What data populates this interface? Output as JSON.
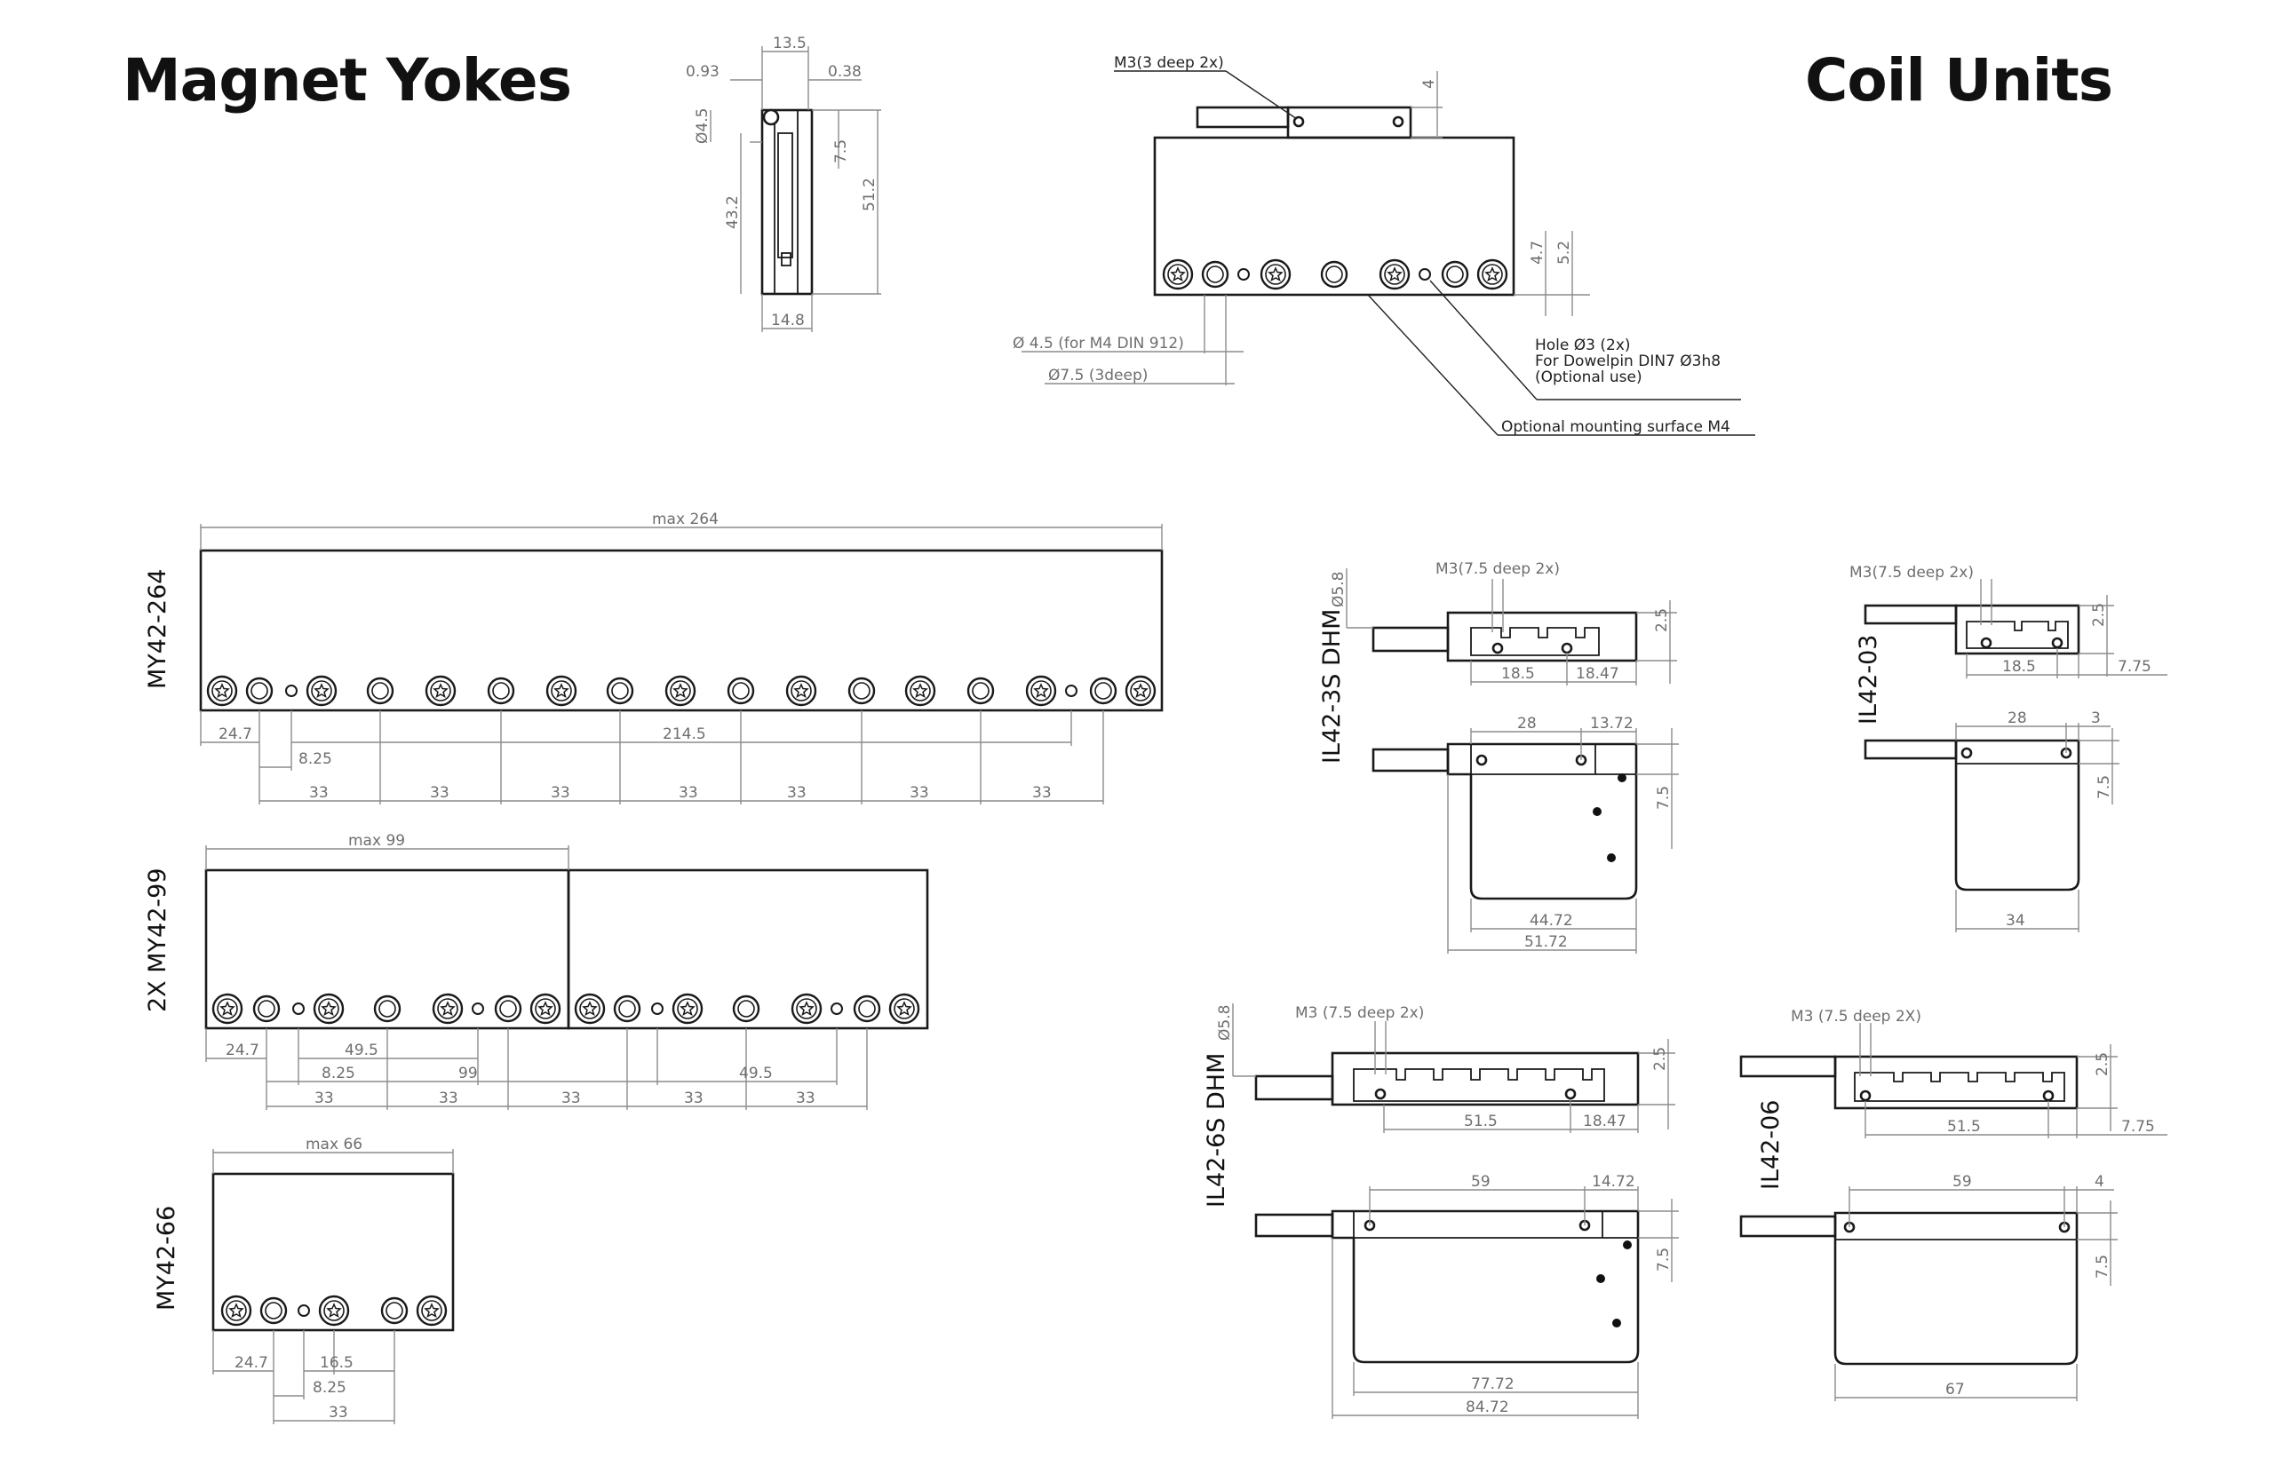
{
  "titles": {
    "left": "Magnet Yokes",
    "right": "Coil Units"
  },
  "top_side": {
    "d13_5": "13.5",
    "d0_93": "0.93",
    "d0_38": "0.38",
    "d4_5": "Ø4.5",
    "d7_5": "7.5",
    "d43_2": "43.2",
    "d51_2": "51.2",
    "d14_8": "14.8"
  },
  "top_front": {
    "m3": "M3(3 deep 2x)",
    "d4": "4",
    "d4_7": "4.7",
    "d5_2": "5.2",
    "hole": "Ø 4.5 (for M4 DIN 912)",
    "cbore": "Ø7.5 (3deep)",
    "note1": "Hole Ø3 (2x)",
    "note2": "For Dowelpin DIN7 Ø3h8",
    "note3": "(Optional use)",
    "mount": "Optional mounting surface M4"
  },
  "my264": {
    "label": "MY42-264",
    "max": "max 264",
    "d24_7": "24.7",
    "d8_25": "8.25",
    "d214_5": "214.5",
    "d33": [
      "33",
      "33",
      "33",
      "33",
      "33",
      "33",
      "33"
    ]
  },
  "my99": {
    "label": "2X MY42-99",
    "max": "max 99",
    "d24_7": "24.7",
    "d49_5a": "49.5",
    "d8_25": "8.25",
    "d99": "99",
    "d49_5b": "49.5",
    "d33": [
      "33",
      "33",
      "33",
      "33",
      "33"
    ]
  },
  "my66": {
    "label": "MY42-66",
    "max": "max 66",
    "d24_7": "24.7",
    "d16_5": "16.5",
    "d8_25": "8.25",
    "d33": "33"
  },
  "il3s": {
    "label": "IL42-3S DHM",
    "d5_8": "Ø5.8",
    "m3": "M3(7.5 deep 2x)",
    "d2_5": "2.5",
    "d18_5": "18.5",
    "d18_47": "18.47",
    "d28": "28",
    "d13_72": "13.72",
    "d7_5": "7.5",
    "d44_72": "44.72",
    "d51_72": "51.72"
  },
  "il03": {
    "label": "IL42-03",
    "m3": "M3(7.5 deep 2x)",
    "d2_5": "2.5",
    "d18_5": "18.5",
    "d7_75": "7.75",
    "d28": "28",
    "d3": "3",
    "d7_5": "7.5",
    "d34": "34"
  },
  "il6s": {
    "label": "IL42-6S DHM",
    "d5_8": "Ø5.8",
    "m3": "M3 (7.5 deep 2x)",
    "d2_5": "2.5",
    "d51_5": "51.5",
    "d18_47": "18.47",
    "d59": "59",
    "d14_72": "14.72",
    "d7_5": "7.5",
    "d77_72": "77.72",
    "d84_72": "84.72"
  },
  "il06": {
    "label": "IL42-06",
    "m3": "M3 (7.5 deep 2X)",
    "d2_5": "2.5",
    "d51_5": "51.5",
    "d7_75": "7.75",
    "d59": "59",
    "d4": "4",
    "d7_5": "7.5",
    "d67": "67"
  }
}
